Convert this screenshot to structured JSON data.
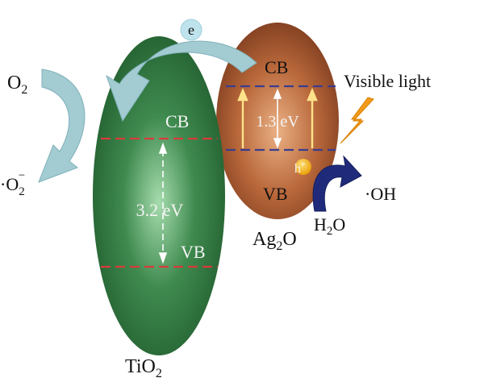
{
  "tio2": {
    "name": "TiO",
    "name_sub": "2",
    "cb_label": "CB",
    "vb_label": "VB",
    "gap_label": "3.2 eV",
    "colors": {
      "body": "#1f5a2c",
      "glow": "#8fd39a",
      "band_line": "#d93b3b"
    }
  },
  "ag2o": {
    "name_pre": "Ag",
    "name_sub": "2",
    "name_post": "O",
    "cb_label": "CB",
    "vb_label": "VB",
    "gap_label": "1.3 eV",
    "colors": {
      "body": "#7a3a1d",
      "glow": "#e9a56f",
      "band_line": "#3a3d8f"
    }
  },
  "electron": {
    "label": "e",
    "color": "#bfe3ec"
  },
  "hole": {
    "label": "h",
    "sup": "+",
    "color": "#f0a800"
  },
  "light": {
    "label": "Visible light",
    "color": "#f39a1b"
  },
  "reactions": {
    "o2_base": "O",
    "o2_sub": "2",
    "superoxide_base": "·O",
    "superoxide_sub": "2",
    "superoxide_sup": "−",
    "water_base": "H",
    "water_sub": "2",
    "water_post": "O",
    "hydroxyl": "·OH"
  },
  "arrow_colors": {
    "electron_transfer": "#a3cbd2",
    "hole_reaction": "#1f2b7a"
  }
}
